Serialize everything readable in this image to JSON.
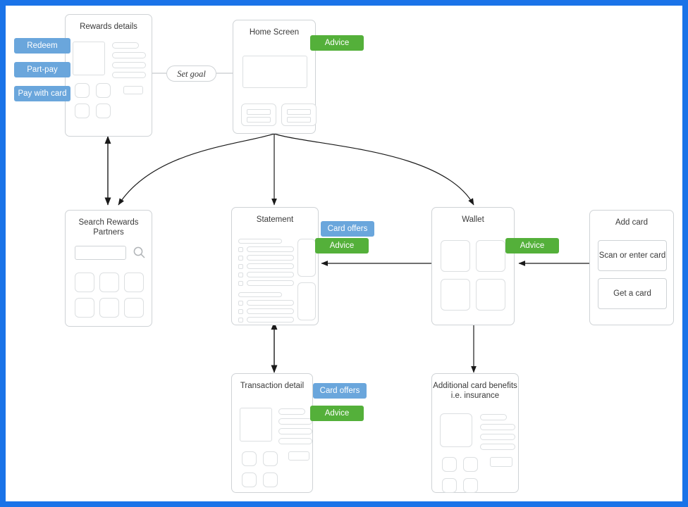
{
  "canvas": {
    "border_color": "#1a73e8",
    "background": "#ffffff"
  },
  "palette": {
    "badge_blue": "#6aa6dc",
    "badge_green": "#54b03a",
    "card_border": "#cfd3d6",
    "wire_border": "#dcdfe1",
    "connector": "#1a1a1a"
  },
  "action_badges": [
    {
      "label": "Redeem",
      "color": "#6aa6dc"
    },
    {
      "label": "Part-pay",
      "color": "#6aa6dc"
    },
    {
      "label": "Pay with card",
      "color": "#6aa6dc"
    }
  ],
  "annotations": {
    "set_goal": "Set goal"
  },
  "screens": {
    "rewards_details": {
      "title": "Rewards details"
    },
    "home_screen": {
      "title": "Home Screen",
      "badge": "Advice"
    },
    "search_rewards": {
      "title_line1": "Search Rewards",
      "title_line2": "Partners",
      "search_icon": "magnifier-icon"
    },
    "statement": {
      "title": "Statement",
      "badge_offers": "Card offers",
      "badge_advice": "Advice"
    },
    "wallet": {
      "title": "Wallet",
      "badge": "Advice"
    },
    "add_card": {
      "title": "Add card",
      "option_scan": "Scan or enter card",
      "option_get": "Get a card"
    },
    "transaction_detail": {
      "title": "Transaction detail",
      "badge_offers": "Card offers",
      "badge_advice": "Advice"
    },
    "card_benefits": {
      "title_line1": "Additional card benefits",
      "title_line2": "i.e. insurance"
    }
  },
  "connectors": [
    {
      "from": "rewards-details",
      "to": "search-rewards",
      "arrow": "both"
    },
    {
      "from": "home-screen",
      "to": "search-rewards",
      "arrow": "end"
    },
    {
      "from": "home-screen",
      "to": "statement",
      "arrow": "end"
    },
    {
      "from": "home-screen",
      "to": "wallet",
      "arrow": "end"
    },
    {
      "from": "rewards-details",
      "to": "set-goal",
      "arrow": "none"
    },
    {
      "from": "set-goal",
      "to": "home-screen",
      "arrow": "none"
    },
    {
      "from": "wallet",
      "to": "statement",
      "arrow": "end"
    },
    {
      "from": "add-card",
      "to": "wallet",
      "arrow": "end"
    },
    {
      "from": "statement",
      "to": "transaction-detail",
      "arrow": "both"
    },
    {
      "from": "wallet",
      "to": "card-benefits",
      "arrow": "end"
    }
  ]
}
